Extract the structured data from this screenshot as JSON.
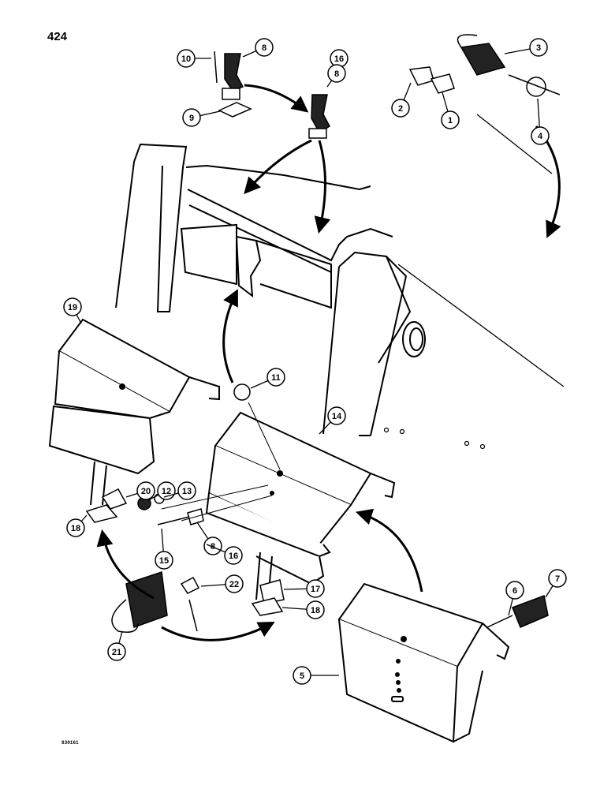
{
  "page": {
    "number": "424",
    "figure_code": "830161"
  },
  "callouts": [
    {
      "id": "c10a",
      "label": "10"
    },
    {
      "id": "c8a",
      "label": "8"
    },
    {
      "id": "c9",
      "label": "9"
    },
    {
      "id": "c16a",
      "label": "16"
    },
    {
      "id": "c8b",
      "label": "8"
    },
    {
      "id": "c3",
      "label": "3"
    },
    {
      "id": "c2",
      "label": "2"
    },
    {
      "id": "c1",
      "label": "1"
    },
    {
      "id": "c4",
      "label": "4"
    },
    {
      "id": "c19",
      "label": "19"
    },
    {
      "id": "c11",
      "label": "11"
    },
    {
      "id": "c14",
      "label": "14"
    },
    {
      "id": "c12",
      "label": "12"
    },
    {
      "id": "c13",
      "label": "13"
    },
    {
      "id": "c20",
      "label": "20"
    },
    {
      "id": "c18a",
      "label": "18"
    },
    {
      "id": "c15",
      "label": "15"
    },
    {
      "id": "c8c",
      "label": "8"
    },
    {
      "id": "c16b",
      "label": "16"
    },
    {
      "id": "c22",
      "label": "22"
    },
    {
      "id": "c17",
      "label": "17"
    },
    {
      "id": "c18b",
      "label": "18"
    },
    {
      "id": "c21",
      "label": "21"
    },
    {
      "id": "c6",
      "label": "6"
    },
    {
      "id": "c7",
      "label": "7"
    },
    {
      "id": "c5",
      "label": "5"
    }
  ]
}
